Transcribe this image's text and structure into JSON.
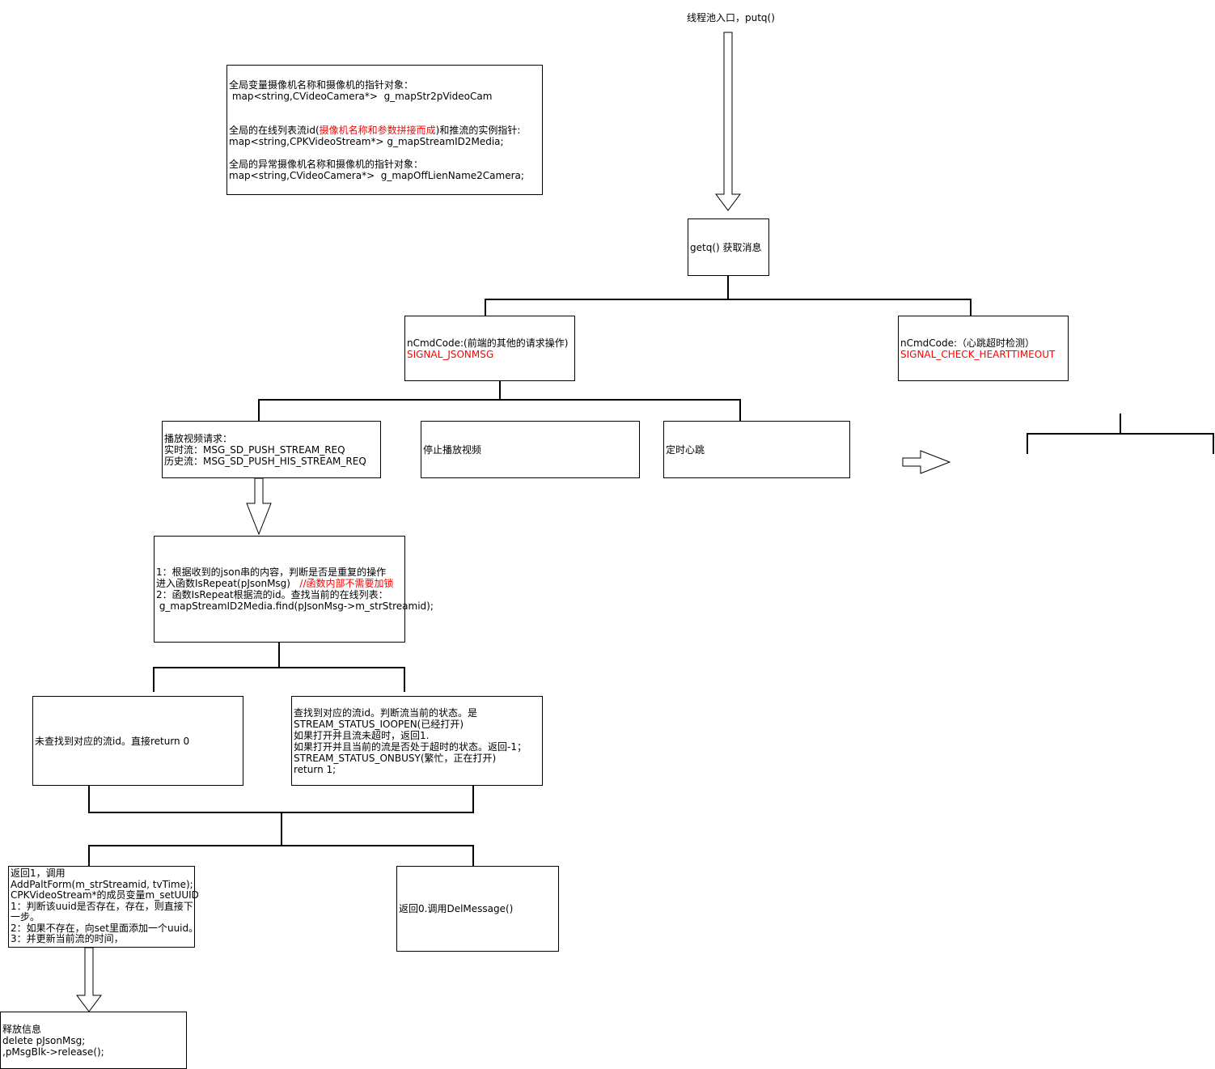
{
  "entry_label": "线程池入口，putq()",
  "globals_box": {
    "line1": "全局变量摄像机名称和摄像机的指针对象：",
    "line2": " map<string,CVideoCamera*>  g_mapStr2pVideoCam",
    "line3a": "全局的在线列表流id(",
    "line3b": "摄像机名称和参数拼接而成",
    "line3c": ")和推流的实例指针:",
    "line4": "map<string,CPKVideoStream*> g_mapStreamID2Media;",
    "line5": "全局的异常摄像机名称和摄像机的指针对象：",
    "line6": "map<string,CVideoCamera*>  g_mapOffLienName2Camera;"
  },
  "getq_box": {
    "text": "getq() 获取消息"
  },
  "jsonmsg_box": {
    "line1": "nCmdCode:(前端的其他的请求操作)",
    "line2": "SIGNAL_JSONMSG"
  },
  "heart_box": {
    "line1": "nCmdCode:（心跳超时检测）",
    "line2": "SIGNAL_CHECK_HEARTTIMEOUT"
  },
  "play_box": {
    "line1": "播放视频请求：",
    "line2": "实时流：MSG_SD_PUSH_STREAM_REQ",
    "line3": "历史流：MSG_SD_PUSH_HIS_STREAM_REQ"
  },
  "stop_box": {
    "text": "停止播放视频"
  },
  "timer_box": {
    "text": "定时心跳"
  },
  "repeat_box": {
    "line1": "1：根据收到的json串的内容，判断是否是重复的操作",
    "line2a": "进入函数IsRepeat(pJsonMsg)   ",
    "line2b": "//函数内部不需要加锁",
    "line3": "2：函数IsRepeat根据流的id。查找当前的在线列表：",
    "line4": " g_mapStreamID2Media.find(pJsonMsg->m_strStreamid);"
  },
  "notfound_box": {
    "text": "未查找到对应的流id。直接return 0"
  },
  "found_box": {
    "line1": "查找到对应的流id。判断流当前的状态。是",
    "line2": "STREAM_STATUS_IOOPEN(已经打开)",
    "line3": "如果打开并且流未超时，返回1.",
    "line4": "如果打开并且当前的流是否处于超时的状态。返回-1；",
    "line5": "STREAM_STATUS_ONBUSY(繁忙，正在打开)",
    "line6": "return 1;"
  },
  "ret1_box": {
    "line1": "返回1，调用",
    "line2": "AddPaltForm(m_strStreamid, tvTime);",
    "line3": "CPKVideoStream*的成员变量m_setUUID",
    "line4": "1：判断该uuid是否存在，存在，则直接下",
    "line5": "一步。",
    "line6": "2：如果不存在，向set里面添加一个uuid。",
    "line7": "3：并更新当前流的时间，"
  },
  "ret0_box": {
    "text": "返回0.调用DelMessage()"
  },
  "release_box": {
    "line1": "释放信息",
    "line2": "delete pJsonMsg;",
    "line3": ",pMsgBlk->release();"
  },
  "colors": {
    "highlight": "#ff0000",
    "line": "#000000"
  }
}
